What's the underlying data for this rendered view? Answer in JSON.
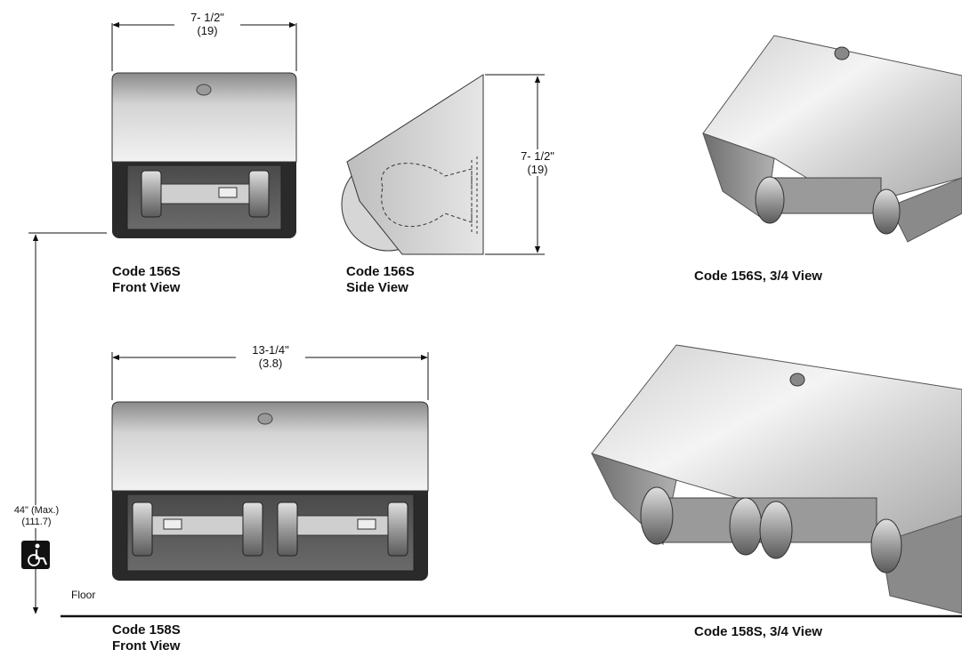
{
  "dimensions": {
    "width_156": {
      "imperial": "7- 1/2\"",
      "metric": "(19)"
    },
    "height_156": {
      "imperial": "7- 1/2\"",
      "metric": "(19)"
    },
    "width_158": {
      "imperial": "13-1/4\"",
      "metric": "(3.8)"
    },
    "mount_height": {
      "imperial": "44\" (Max.)",
      "metric": "(111.7)"
    }
  },
  "floor_label": "Floor",
  "accessibility_icon": "wheelchair-icon",
  "views": {
    "front_156": {
      "line1": "Code 156S",
      "line2": "Front View"
    },
    "side_156": {
      "line1": "Code 156S",
      "line2": "Side View"
    },
    "iso_156": {
      "caption": "Code 156S, 3/4 View"
    },
    "front_158": {
      "line1": "Code 158S",
      "line2": "Front View"
    },
    "iso_158": {
      "caption": "Code 158S, 3/4 View"
    }
  }
}
